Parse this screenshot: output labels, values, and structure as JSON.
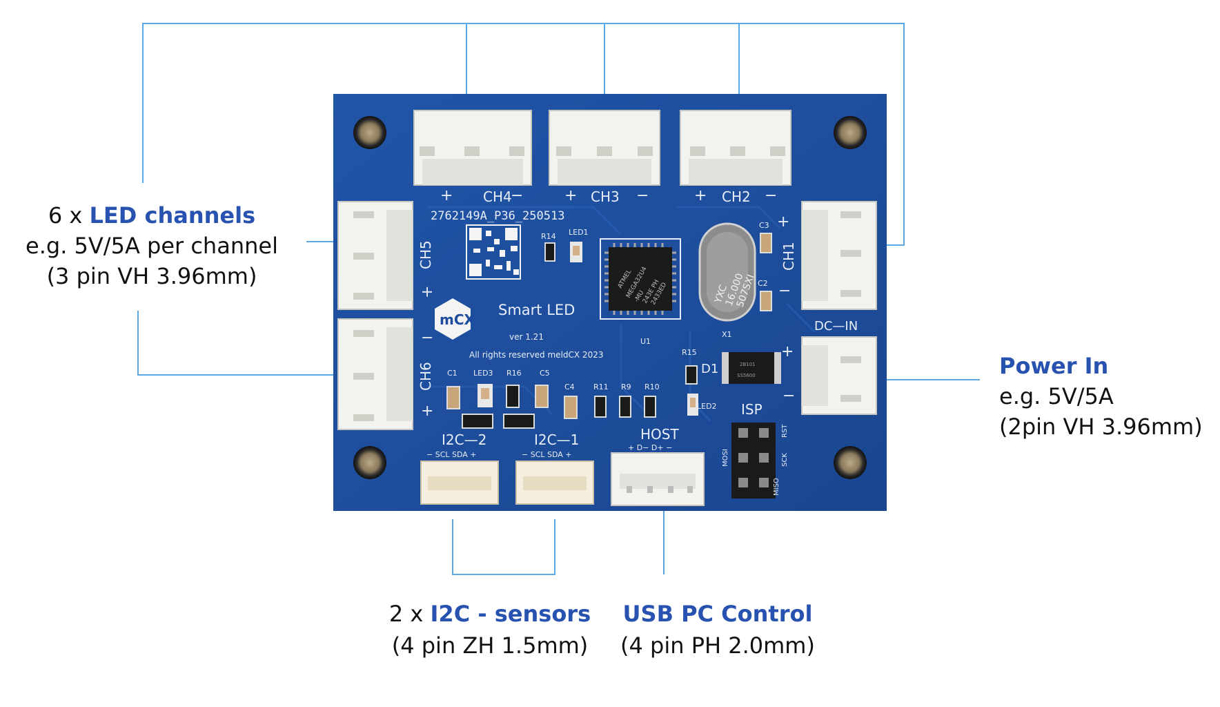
{
  "callouts": {
    "led_channels": {
      "prefix": "6 x ",
      "title": "LED channels",
      "line2": "e.g. 5V/5A per channel",
      "line3": "(3 pin VH 3.96mm)"
    },
    "power_in": {
      "title": "Power In",
      "line2": "e.g. 5V/5A",
      "line3": "(2pin VH 3.96mm)"
    },
    "i2c": {
      "prefix": "2 x ",
      "title": "I2C - sensors",
      "line2": "(4 pin ZH 1.5mm)"
    },
    "usb": {
      "title": "USB PC Control",
      "line2": "(4 pin PH 2.0mm)"
    }
  },
  "board": {
    "code": "2762149A_P36_250513",
    "brand_logo": "mCX",
    "product": "Smart LED",
    "version": "ver 1.21",
    "copyright": "All rights reserved meldCX 2023",
    "chip_marking": [
      "ATMEL",
      "MEGA32U4",
      "-MU",
      "243E PH",
      "2433ED"
    ],
    "crystal_marking": [
      "YXC",
      "16.000",
      "507SXI"
    ],
    "connectors": {
      "ch1": "CH1",
      "ch2": "CH2",
      "ch3": "CH3",
      "ch4": "CH4",
      "ch5": "CH5",
      "ch6": "CH6",
      "dc_in": "DC—IN",
      "i2c2": "I2C—2",
      "i2c1": "I2C—1",
      "host": "HOST",
      "isp": "ISP"
    },
    "pin_labels": {
      "i2c": "− SCL SDA +",
      "host": "+ D− D+ −",
      "isp_left": "MOSI",
      "isp_mid": "SCK",
      "isp_right": "RST",
      "isp_bottom": "MISO",
      "plus": "+",
      "minus": "−"
    },
    "components": {
      "r14": "R14",
      "led1": "LED1",
      "c3": "C3",
      "c2": "C2",
      "u1": "U1",
      "x1": "X1",
      "r15": "R15",
      "d1": "D1",
      "led2": "LED2",
      "c1": "C1",
      "led3": "LED3",
      "r16": "R16",
      "c5": "C5",
      "c4": "C4",
      "r11": "R11",
      "r9": "R9",
      "r10": "R10"
    },
    "diode_marking": [
      "2B101",
      "SS5600"
    ],
    "colors": {
      "pcb": "#1d4c9c",
      "pcb_dark": "#173e82",
      "silk": "#e8eef8",
      "connector": "#f2f2ee",
      "callout_line": "#5aa7e6",
      "highlight_text": "#2752b0"
    }
  }
}
